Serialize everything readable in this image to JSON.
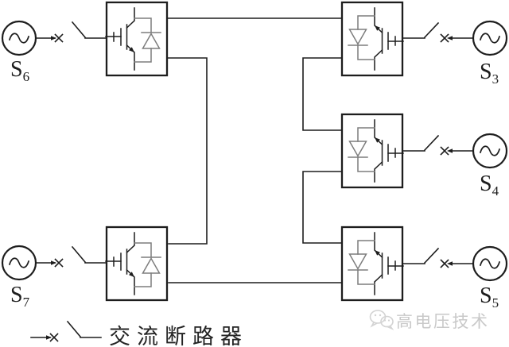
{
  "diagram": {
    "kind": "multi-terminal VSC-HVDC circuit diagram",
    "sources": [
      {
        "name": "S",
        "sub": "6"
      },
      {
        "name": "S",
        "sub": "7"
      },
      {
        "name": "S",
        "sub": "3"
      },
      {
        "name": "S",
        "sub": "4"
      },
      {
        "name": "S",
        "sub": "5"
      }
    ],
    "legend": {
      "symbol": "ac-breaker-symbol",
      "label": "交流断路器"
    },
    "watermark": {
      "icon": "wechat-icon",
      "text": "高电压技术"
    },
    "colors": {
      "line": "#1d1d1d",
      "diode": "#7d7d7d",
      "watermark_text": "#c9c9c9",
      "background": "#ffffff"
    }
  }
}
